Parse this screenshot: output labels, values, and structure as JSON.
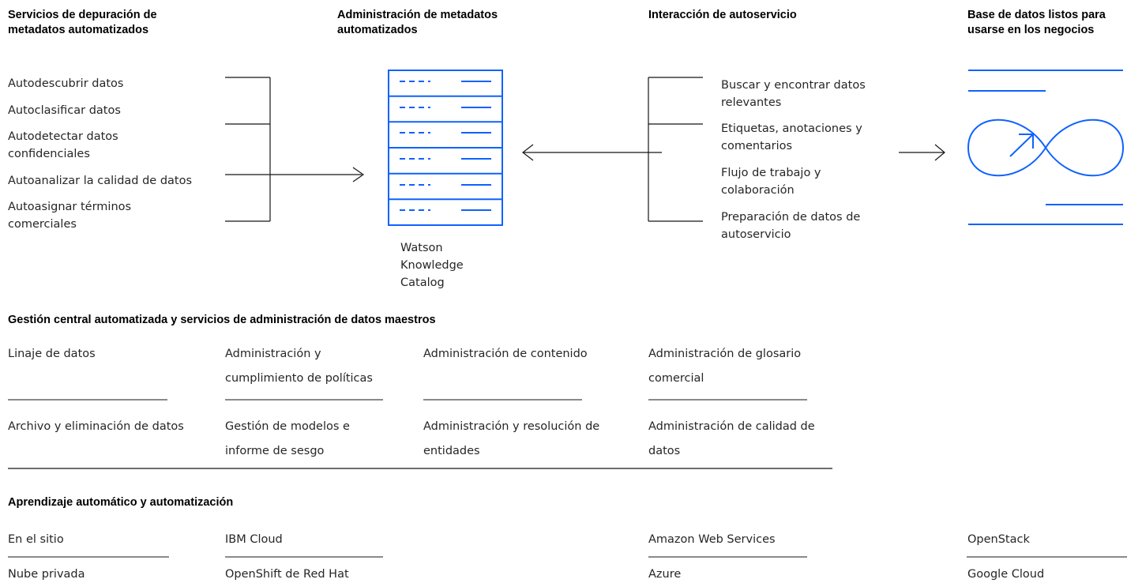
{
  "headers": {
    "depuracion": "Servicios de depuración de metadatos automatizados",
    "administracion": "Administración de metadatos automatizados",
    "interaccion": "Interacción de autoservicio",
    "base": "Base de datos listos para usarse en los negocios"
  },
  "depuracion_items": [
    "Autodescubrir datos",
    "Autoclasificar datos",
    "Autodetectar datos confidenciales",
    "Autoanalizar la calidad de datos",
    "Autoasignar términos comerciales"
  ],
  "catalog_label": "Watson Knowledge Catalog",
  "autoservicio_items": [
    "Buscar y encontrar datos relevantes",
    "Etiquetas, anotaciones y comentarios",
    "Flujo de trabajo y colaboración",
    "Preparación de datos de autoservicio"
  ],
  "gestion": {
    "title": "Gestión central automatizada y servicios de administración de datos maestros",
    "row1": [
      "Linaje de datos",
      "Administración y cumplimiento de políticas",
      "Administración de contenido",
      "Administración de glosario comercial"
    ],
    "row2": [
      "Archivo y eliminación de datos",
      "Gestión de modelos e informe de sesgo",
      "Administración y resolución de entidades",
      "Administración de calidad de datos"
    ]
  },
  "aprendizaje": {
    "title": "Aprendizaje automático y automatización",
    "row1": [
      "En el sitio",
      "IBM Cloud",
      "Amazon Web Services",
      "OpenStack"
    ],
    "row2": [
      "Nube privada",
      "OpenShift de Red Hat",
      "Azure",
      "Google Cloud"
    ]
  },
  "icons": {
    "server": "server-rack-icon",
    "infinity": "infinity-data-icon"
  },
  "colors": {
    "accent": "#0f62fe",
    "text": "#262626",
    "line": "#161616"
  }
}
